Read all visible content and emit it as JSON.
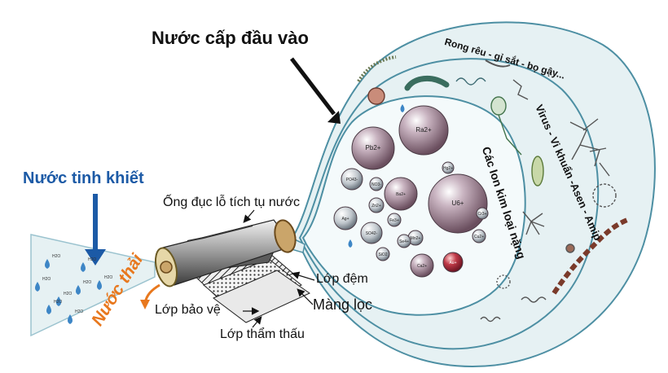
{
  "labels": {
    "title": "Nước cấp đầu vào",
    "pure_water": "Nước tinh khiết",
    "waste_water": "Nước thải",
    "tube": "Ống đục lỗ tích tụ nước",
    "spacer": "Lớp đệm",
    "membrane": "Màng lọc",
    "protective": "Lớp bảo vệ",
    "permeate": "Lớp thẩm thấu",
    "ions_ring": "Các Ion kim loại nặng",
    "virus_ring": "Virus - Vi khuẩn -Asen - Amip",
    "algae_ring": "Rong rêu - gỉ sắt - bọ gậy..."
  },
  "ions": [
    {
      "label": "Pb2+"
    },
    {
      "label": "Ra2+"
    },
    {
      "label": "U6+"
    },
    {
      "label": "Ba2+"
    },
    {
      "label": "Ag+"
    },
    {
      "label": "SO42-"
    },
    {
      "label": "PO43-"
    },
    {
      "label": "Ca2+"
    },
    {
      "label": "Au+"
    },
    {
      "label": "Zn2+"
    },
    {
      "label": "Mn2+"
    },
    {
      "label": "Se4+"
    },
    {
      "label": "Fe3+"
    },
    {
      "label": "Cu2+"
    },
    {
      "label": "Cr3+"
    },
    {
      "label": "Hg2+"
    },
    {
      "label": "NO3-"
    },
    {
      "label": "SiO2"
    }
  ],
  "water_molecule": "H2O",
  "colors": {
    "bubble_fill": "#e6f1f3",
    "bubble_stroke": "#4d8fa3",
    "pure_text": "#1c5aa6",
    "waste_text": "#e8781e",
    "drop": "#3d86c6",
    "arrow_blue": "#1c5aa6",
    "ion_fill": "#a78d9b",
    "cation_fill": "#b83a4a"
  }
}
